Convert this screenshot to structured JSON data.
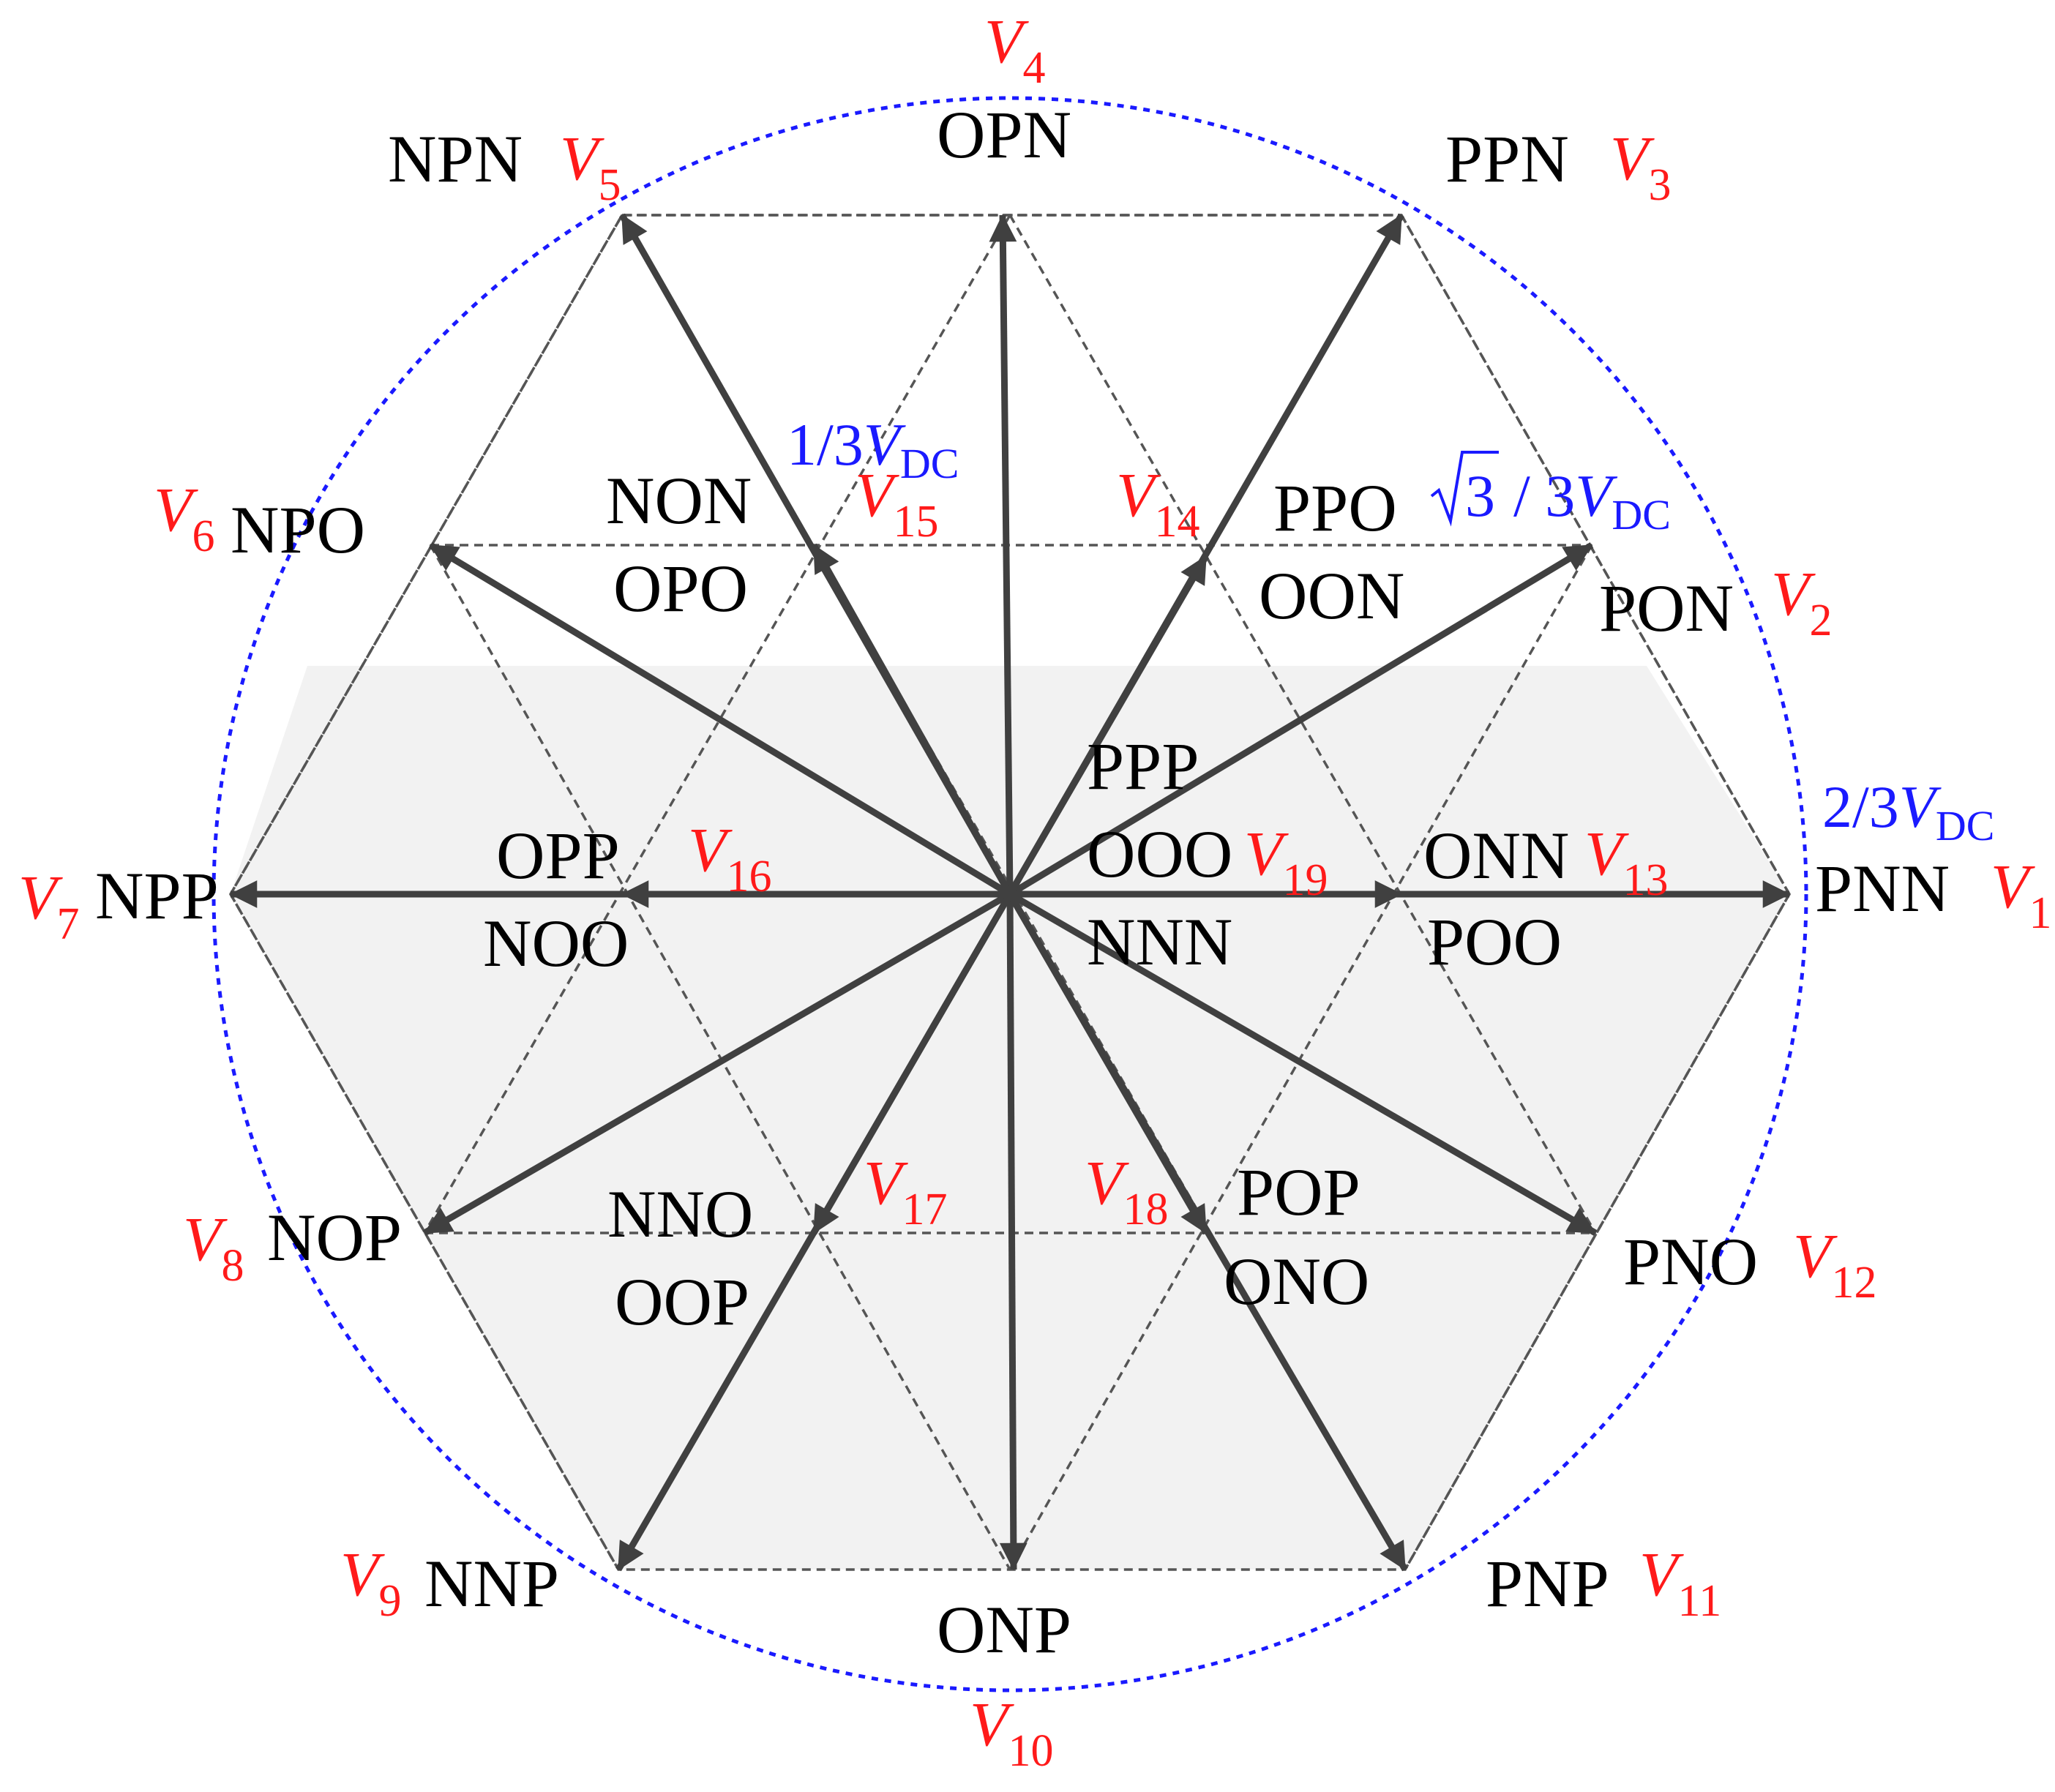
{
  "diagram": {
    "magnitudes": {
      "inner": {
        "num": "1/3",
        "v": "V",
        "sub": "DC"
      },
      "middle": {
        "pre": "/ 3",
        "root": "3",
        "v": "V",
        "sub": "DC"
      },
      "outer": {
        "num": "2/3",
        "v": "V",
        "sub": "DC"
      }
    },
    "large_vectors": [
      {
        "v": "V",
        "n": "1",
        "states": [
          "PNN"
        ]
      },
      {
        "v": "V",
        "n": "3",
        "states": [
          "PPN"
        ]
      },
      {
        "v": "V",
        "n": "5",
        "states": [
          "NPN"
        ]
      },
      {
        "v": "V",
        "n": "7",
        "states": [
          "NPP"
        ]
      },
      {
        "v": "V",
        "n": "9",
        "states": [
          "NNP"
        ]
      },
      {
        "v": "V",
        "n": "11",
        "states": [
          "PNP"
        ]
      }
    ],
    "medium_vectors": [
      {
        "v": "V",
        "n": "2",
        "states": [
          "PON"
        ]
      },
      {
        "v": "V",
        "n": "4",
        "states": [
          "OPN"
        ]
      },
      {
        "v": "V",
        "n": "6",
        "states": [
          "NPO"
        ]
      },
      {
        "v": "V",
        "n": "8",
        "states": [
          "NOP"
        ]
      },
      {
        "v": "V",
        "n": "10",
        "states": [
          "ONP"
        ]
      },
      {
        "v": "V",
        "n": "12",
        "states": [
          "PNO"
        ]
      }
    ],
    "small_vectors": [
      {
        "v": "V",
        "n": "13",
        "states": [
          "ONN",
          "POO"
        ]
      },
      {
        "v": "V",
        "n": "14",
        "states": [
          "PPO",
          "OON"
        ]
      },
      {
        "v": "V",
        "n": "15",
        "states": [
          "NON",
          "OPO"
        ]
      },
      {
        "v": "V",
        "n": "16",
        "states": [
          "OPP",
          "NOO"
        ]
      },
      {
        "v": "V",
        "n": "17",
        "states": [
          "NNO",
          "OOP"
        ]
      },
      {
        "v": "V",
        "n": "18",
        "states": [
          "POP",
          "ONO"
        ]
      }
    ],
    "zero_vector": {
      "v": "V",
      "n": "19",
      "states": [
        "PPP",
        "OOO",
        "NNN"
      ]
    }
  },
  "colors": {
    "arrow": "#404040",
    "grid": "#555555",
    "circle": "#1a1aff",
    "vector_label": "#ff1a1a",
    "magnitude_label": "#1a1aff",
    "state_label": "#000000",
    "shade": "#f2f2f2"
  }
}
